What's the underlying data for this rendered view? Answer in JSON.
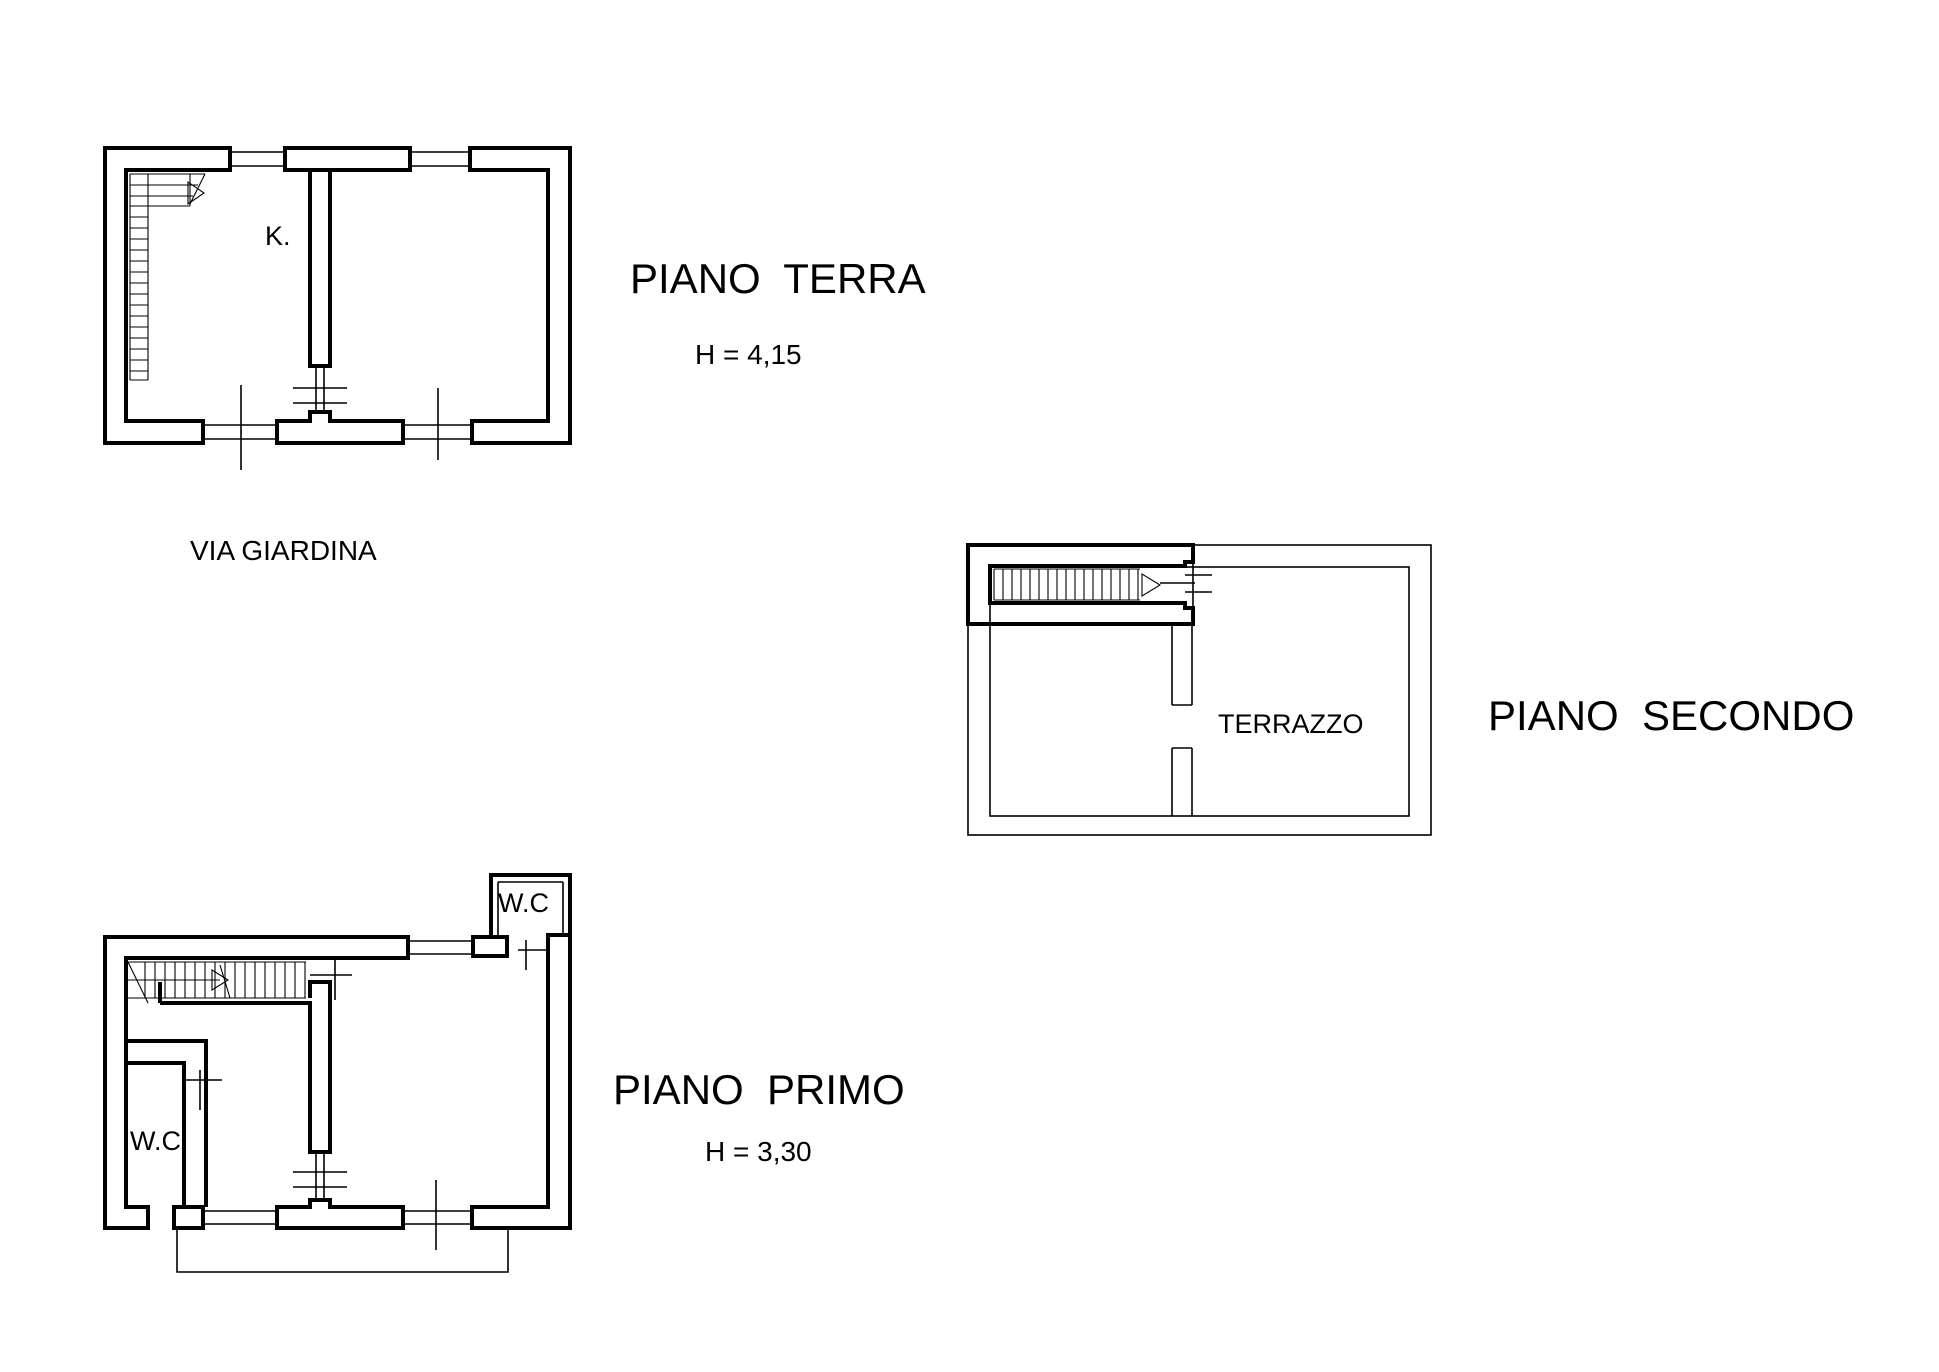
{
  "floors": {
    "ground": {
      "title": "PIANO  TERRA",
      "height": "H = 4,15",
      "room_label": "K."
    },
    "first": {
      "title": "PIANO  PRIMO",
      "height": "H = 3,30",
      "room_label_left": "W.C",
      "room_label_top": "W.C"
    },
    "second": {
      "title": "PIANO  SECONDO",
      "room_label": "TERRAZZO"
    }
  },
  "street": {
    "label": "VIA GIARDINA"
  },
  "colors": {
    "line": "#000000",
    "background": "#ffffff"
  }
}
